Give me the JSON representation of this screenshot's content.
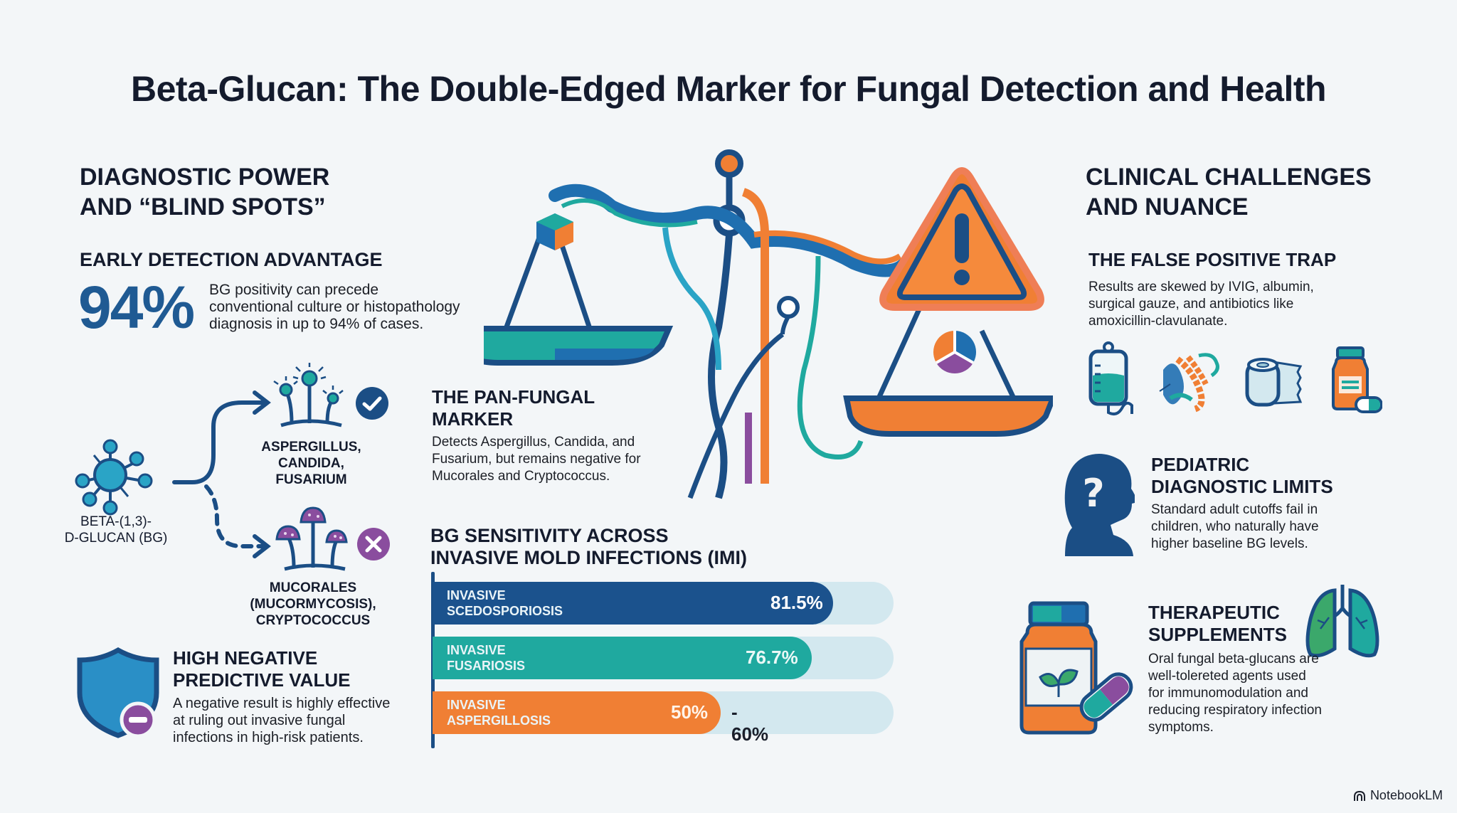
{
  "title": "Beta-Glucan: The Double-Edged Marker for Fungal Detection and Health",
  "left": {
    "section_title_line1": "DIAGNOSTIC POWER",
    "section_title_line2": "AND “BLIND SPOTS”",
    "early_detection": {
      "heading": "EARLY DETECTION ADVANTAGE",
      "stat": "94%",
      "text_line1": "BG positivity can precede",
      "text_line2": "conventional culture or histopathology",
      "text_line3": "diagnosis in up to 94% of cases."
    },
    "flow": {
      "source_line1": "BETA-(1,3)-",
      "source_line2": "D-GLUCAN (BG)",
      "positive_line1": "ASPERGILLUS,",
      "positive_line2": "CANDIDA,",
      "positive_line3": "FUSARIUM",
      "negative_line1": "MUCORALES",
      "negative_line2": "(MUCORMYCOSIS),",
      "negative_line3": "CRYPTOCOCCUS"
    },
    "npv": {
      "heading_line1": "HIGH NEGATIVE",
      "heading_line2": "PREDICTIVE VALUE",
      "text_line1": "A negative result is highly effective",
      "text_line2": "at ruling out invasive fungal",
      "text_line3": "infections in high-risk patients."
    }
  },
  "center": {
    "pan_fungal": {
      "heading_line1": "THE PAN-FUNGAL",
      "heading_line2": "MARKER",
      "text_line1": "Detects Aspergillus, Candida, and",
      "text_line2": "Fusarium, but remains negative for",
      "text_line3": "Mucorales and Cryptococcus."
    },
    "sensitivity": {
      "heading_line1": "BG SENSITIVITY ACROSS",
      "heading_line2": "INVASIVE MOLD INFECTIONS (IMI)"
    }
  },
  "chart_data": {
    "type": "bar",
    "title": "BG SENSITIVITY ACROSS INVASIVE MOLD INFECTIONS (IMI)",
    "orientation": "horizontal",
    "categories": [
      "INVASIVE SCEDOSPORIOSIS",
      "INVASIVE FUSARIOSIS",
      "INVASIVE ASPERGILLOSIS"
    ],
    "values": [
      81.5,
      76.7,
      50
    ],
    "value_labels": [
      "81.5%",
      "76.7%",
      "50%"
    ],
    "range_upper": [
      null,
      null,
      60
    ],
    "range_upper_label": "- 60%",
    "colors": [
      "#1b528d",
      "#1fa99f",
      "#f07f34"
    ],
    "track_color": "#d3e8ef",
    "xlim": [
      0,
      100
    ],
    "grid": false,
    "legend": "none"
  },
  "bars": [
    {
      "label_line1": "INVASIVE",
      "label_line2": "SCEDOSPORIOSIS",
      "value": "81.5%"
    },
    {
      "label_line1": "INVASIVE",
      "label_line2": "FUSARIOSIS",
      "value": "76.7%"
    },
    {
      "label_line1": "INVASIVE",
      "label_line2": "ASPERGILLOSIS",
      "value": "50%",
      "extra": "- 60%"
    }
  ],
  "right": {
    "section_title_line1": "CLINICAL CHALLENGES",
    "section_title_line2": "AND NUANCE",
    "false_positive": {
      "heading": "THE FALSE POSITIVE TRAP",
      "text_line1": "Results are skewed by IVIG, albumin,",
      "text_line2": "surgical gauze, and antibiotics like",
      "text_line3": "amoxicillin-clavulanate.",
      "icons": [
        "iv-bag-icon",
        "albumin-protein-icon",
        "gauze-roll-icon",
        "antibiotic-bottle-icon"
      ]
    },
    "pediatric": {
      "heading_line1": "PEDIATRIC",
      "heading_line2": "DIAGNOSTIC LIMITS",
      "text_line1": "Standard adult cutoffs fail in",
      "text_line2": "children, who naturally have",
      "text_line3": "higher baseline BG levels."
    },
    "supplements": {
      "heading_line1": "THERAPEUTIC",
      "heading_line2": "SUPPLEMENTS",
      "text_line1": "Oral fungal beta-glucans are",
      "text_line2": "well-tolereted agents used",
      "text_line3": "for immunomodulation and",
      "text_line4": "reducing respiratory infection",
      "text_line5": "symptoms."
    }
  },
  "brand": "NotebookLM",
  "colors": {
    "navy": "#1b4e85",
    "blue": "#1f6fb0",
    "teal": "#1fa99f",
    "orange": "#f07f34",
    "purple": "#8a4d9e",
    "background": "#f3f6f8"
  }
}
